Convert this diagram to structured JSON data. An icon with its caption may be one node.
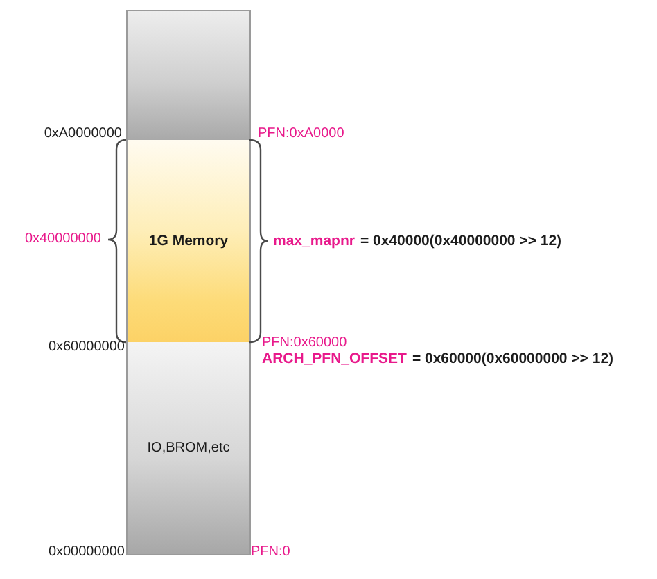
{
  "diagram": {
    "nodes": [
      {
        "text": [],
        "shape": "box"
      },
      {
        "text": [
          "1G Memory"
        ]
      },
      {
        "text": [
          "IO,BROM,etc"
        ]
      }
    ],
    "labels": [
      "0xA0000000",
      "PFN:0xA0000",
      "0x40000000",
      "max_mapnr",
      "= 0x40000(0x40000000 >> 12)",
      "0x60000000",
      "PFN:0x60000",
      "ARCH_PFN_OFFSET",
      "= 0x60000(0x60000000 >> 12)",
      "0x00000000",
      "PFN:0"
    ]
  }
}
